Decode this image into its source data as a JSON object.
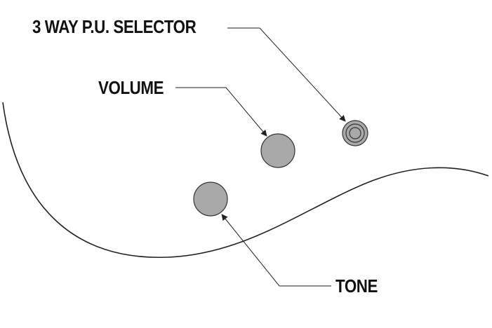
{
  "labels": {
    "selector": "3 WAY P.U. SELECTOR",
    "volume": "VOLUME",
    "tone": "TONE"
  },
  "colors": {
    "knob_fill": "#a9a9a9",
    "stroke": "#222222",
    "background": "#ffffff"
  }
}
